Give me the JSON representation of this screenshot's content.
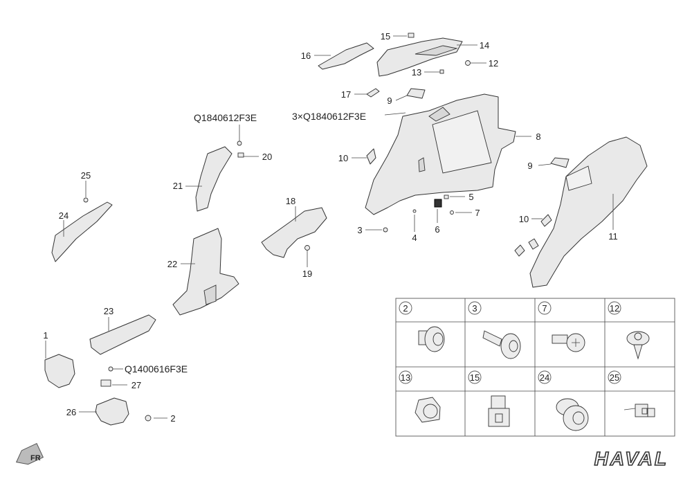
{
  "callouts": [
    "1",
    "2",
    "3",
    "4",
    "5",
    "6",
    "7",
    "8",
    "9",
    "9",
    "10",
    "10",
    "11",
    "12",
    "13",
    "14",
    "15",
    "16",
    "17",
    "18",
    "19",
    "20",
    "21",
    "22",
    "23",
    "24",
    "25",
    "26",
    "27"
  ],
  "part_codes": {
    "upper": "Q1840612F3E",
    "upper_qty": "3×Q1840612F3E",
    "lower": "Q1400616F3E"
  },
  "fastener_table": [
    "2",
    "3",
    "7",
    "12",
    "13",
    "15",
    "24",
    "25"
  ],
  "brand": "HAVAL",
  "direction": "FR"
}
